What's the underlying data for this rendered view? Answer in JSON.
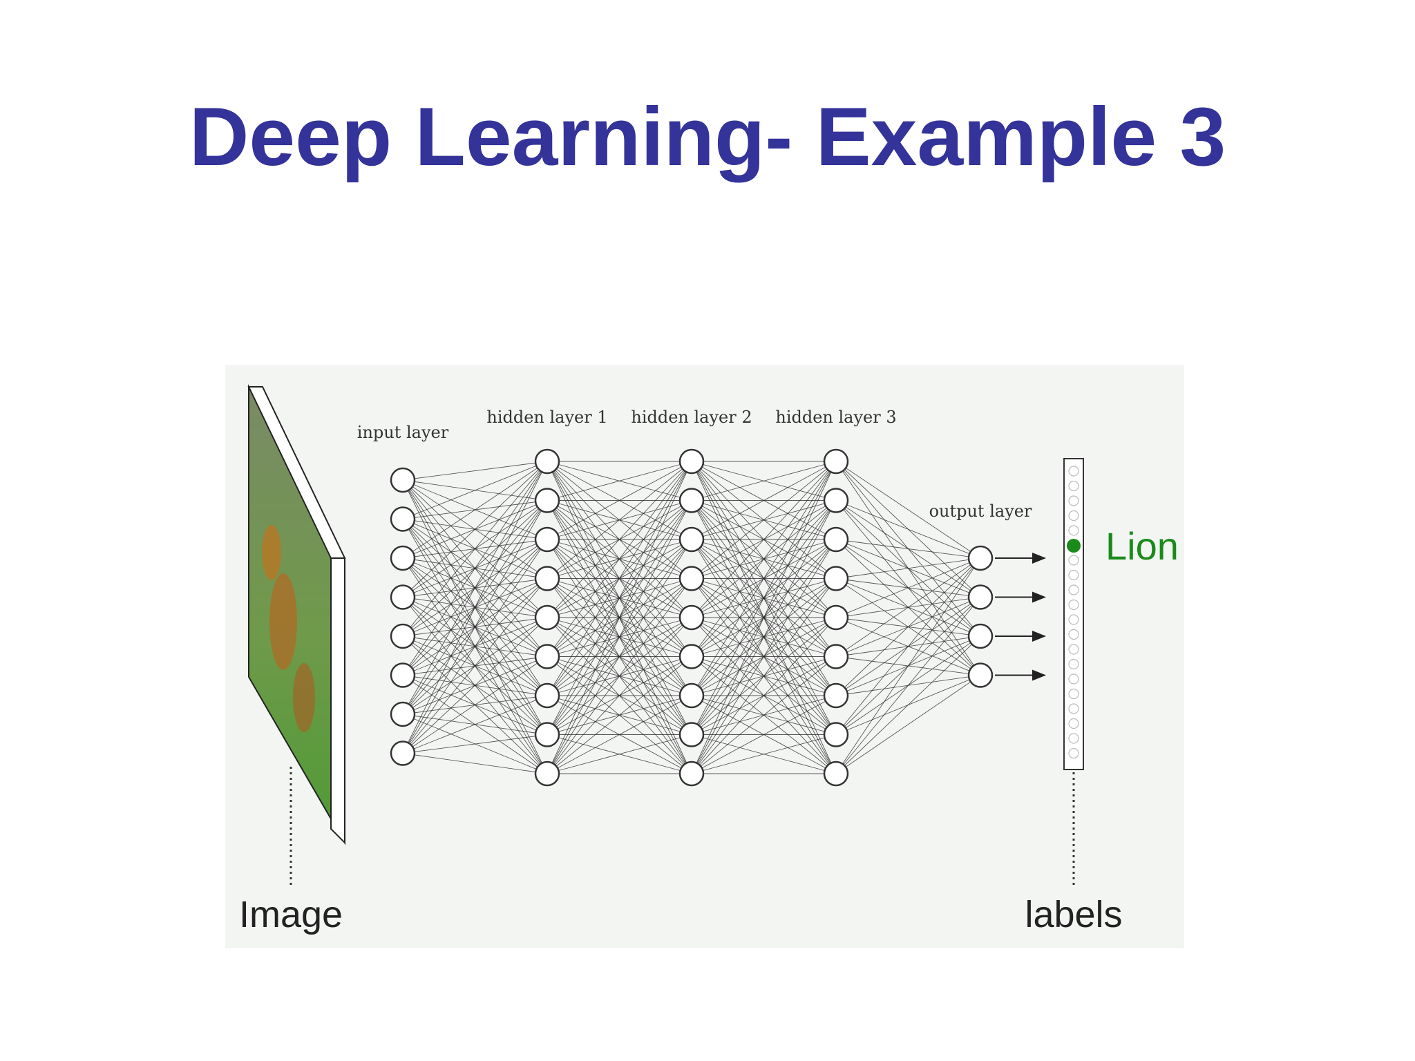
{
  "slide": {
    "title": "Deep Learning- Example 3"
  },
  "diagram": {
    "layers": [
      {
        "label": "input layer",
        "neurons": 8
      },
      {
        "label": "hidden layer 1",
        "neurons": 9
      },
      {
        "label": "hidden layer 2",
        "neurons": 9
      },
      {
        "label": "hidden layer 3",
        "neurons": 9
      },
      {
        "label": "output layer",
        "neurons": 4
      }
    ],
    "image_label": "Image",
    "labels_label": "labels",
    "predicted_label": "Lion",
    "colors": {
      "title": "#333399",
      "predicted": "#1a8a1a",
      "neuron_stroke": "#333333",
      "connection": "#222222"
    }
  }
}
